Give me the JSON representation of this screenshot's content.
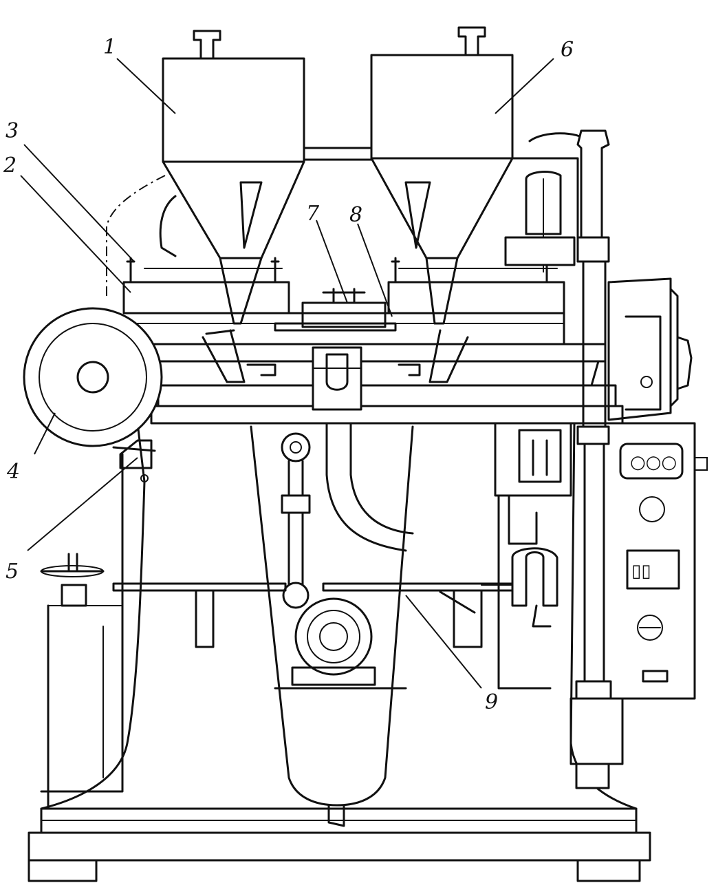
{
  "labels": {
    "l1": "1",
    "l2": "2",
    "l3": "3",
    "l4": "4",
    "l5": "5",
    "l6": "6",
    "l7": "7",
    "l8": "8",
    "l9": "9"
  },
  "panel": {
    "switch_glyph": "▯▯",
    "indicator_dots": "○○○"
  }
}
